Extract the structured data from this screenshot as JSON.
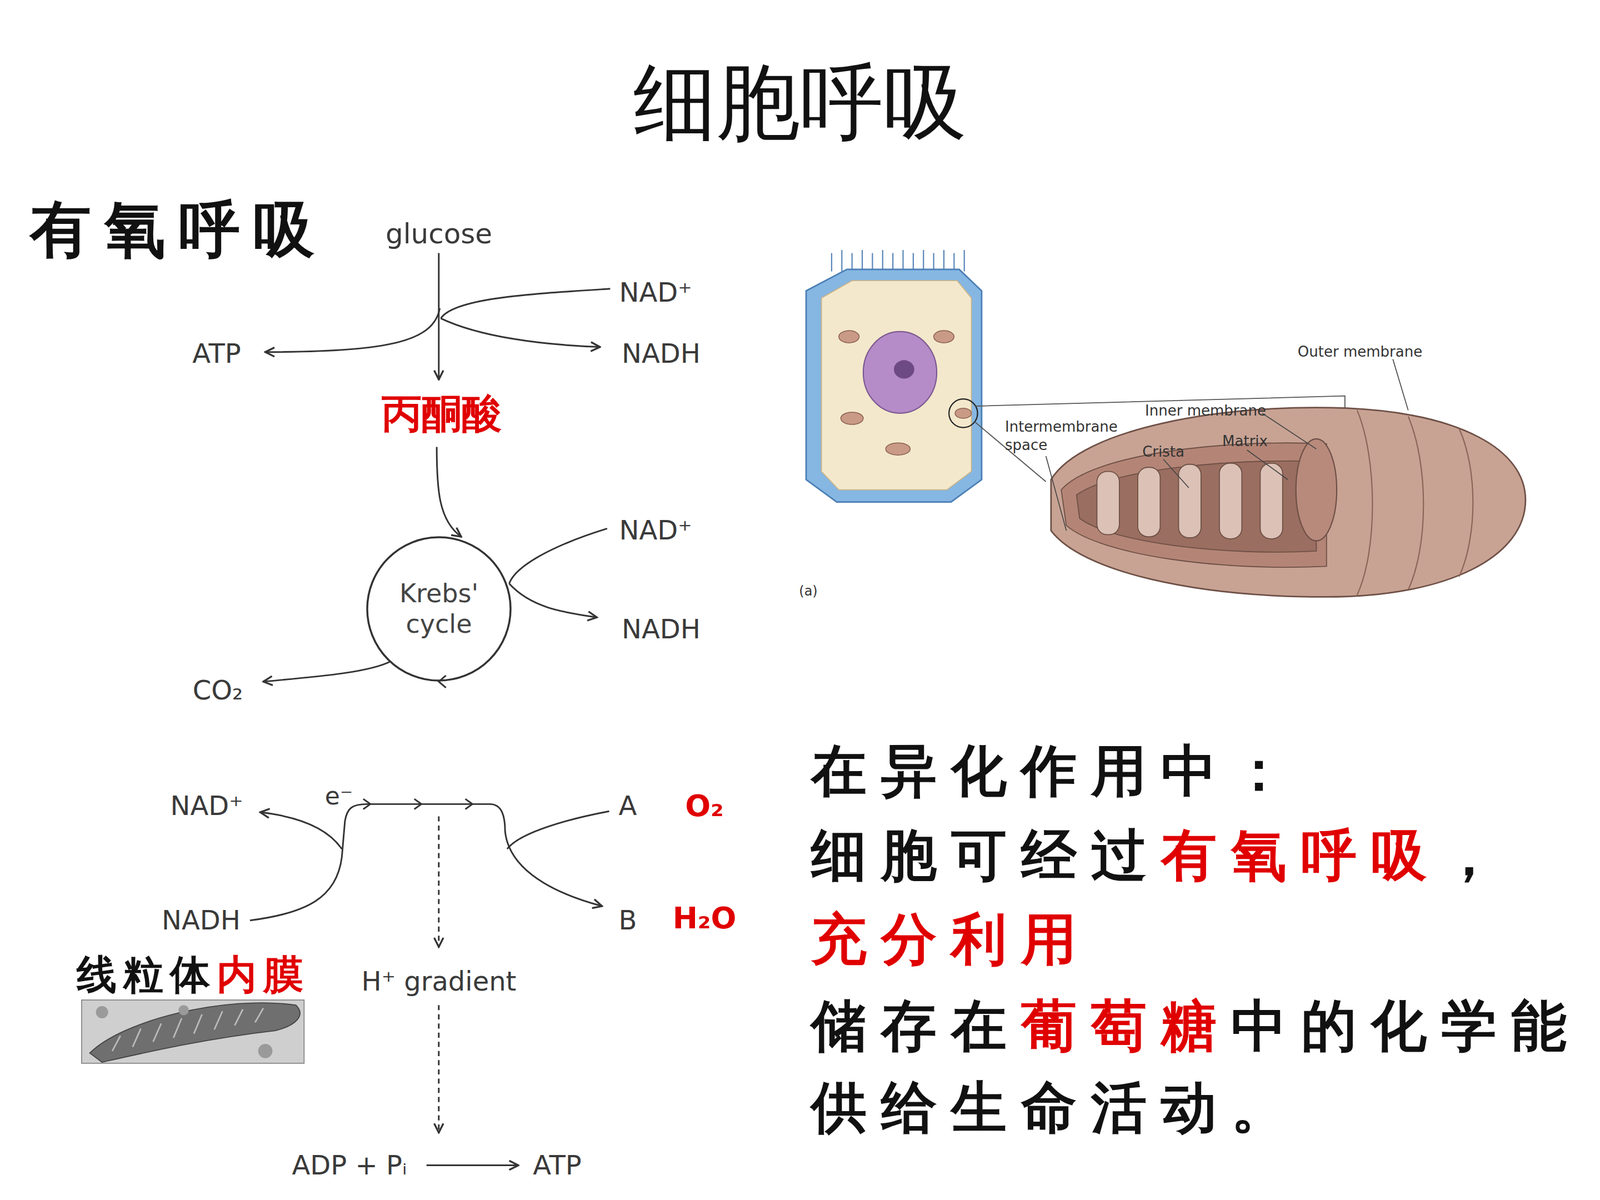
{
  "diagram": {
    "title": "细胞呼吸",
    "nodes": [
      {
        "text": [
          "Krebs' cycle"
        ]
      }
    ],
    "labels": [
      "有氧呼吸",
      "glucose",
      "NAD⁺",
      "ATP",
      "NADH",
      "丙酮酸",
      "NAD⁺",
      "NADH",
      "CO₂",
      "NAD⁺",
      "e⁻",
      "NADH",
      "A",
      "B",
      "O₂",
      "H₂O",
      "H⁺ gradient",
      "ADP + Pᵢ",
      "ATP",
      "线粒体",
      "内膜",
      "Outer membrane",
      "Inner membrane",
      "Intermembrane space",
      "Crista",
      "Matrix",
      "(a)",
      "在异化作用中：",
      "细胞可经过",
      "有氧呼吸",
      "，",
      "充分利用",
      "储存在",
      "葡萄糖",
      "中的化学能",
      "供给生命活动。"
    ]
  }
}
